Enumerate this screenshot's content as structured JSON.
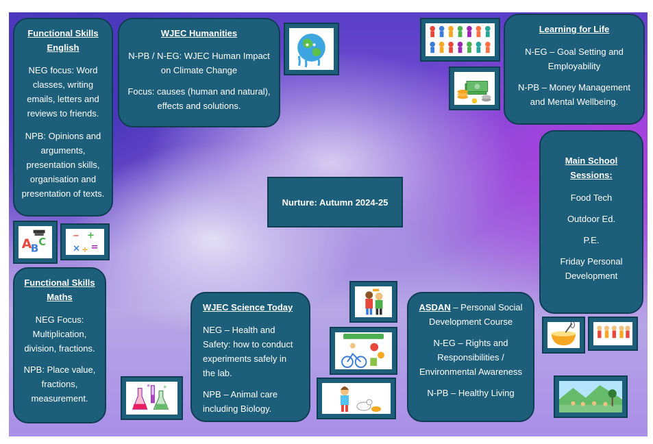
{
  "title": "Nurture: Autumn 2024-25",
  "english": {
    "heading": "Functional Skills English",
    "neg": "NEG focus: Word classes, writing emails, letters and reviews to friends.",
    "npb": "NPB: Opinions and arguments, presentation skills, organisation and presentation of texts."
  },
  "humanities": {
    "heading": "WJEC Humanities",
    "line1": "N-PB / N-EG: WJEC Human Impact on Climate Change",
    "line2": "Focus: causes (human and natural), effects and solutions."
  },
  "learning": {
    "heading": "Learning for Life",
    "line1": "N-EG – Goal Setting and Employability",
    "line2": "N-PB – Money Management and Mental Wellbeing."
  },
  "main_school": {
    "heading": "Main School Sessions:",
    "items": [
      "Food Tech",
      "Outdoor Ed.",
      "P.E.",
      "Friday Personal Development"
    ]
  },
  "maths": {
    "heading": "Functional Skills Maths",
    "neg": "NEG Focus: Multiplication, division, fractions.",
    "npb": "NPB: Place value, fractions, measurement."
  },
  "science": {
    "heading": "WJEC Science Today",
    "line1": "NEG – Health and Safety: how to conduct experiments safely in the lab.",
    "line2": "NPB – Animal care including Biology."
  },
  "asdan": {
    "heading": "ASDAN",
    "heading_rest": " – Personal Social Development Course",
    "line1": "N-EG – Rights and Responsibilities / Environmental Awareness",
    "line2": "N-PB – Healthy Living"
  },
  "icons": [
    "earth-icon",
    "children-group-icon",
    "money-icon",
    "abc-icon",
    "math-symbols-icon",
    "lab-flasks-icon",
    "healthy-lifestyle-icon",
    "first-aid-kids-icon",
    "child-pets-icon",
    "mixing-bowl-icon",
    "kids-line-icon",
    "outdoor-landscape-icon"
  ],
  "colors": {
    "box": "#1d5e7a",
    "box_border": "#0f3d52",
    "text": "#ffffff"
  }
}
